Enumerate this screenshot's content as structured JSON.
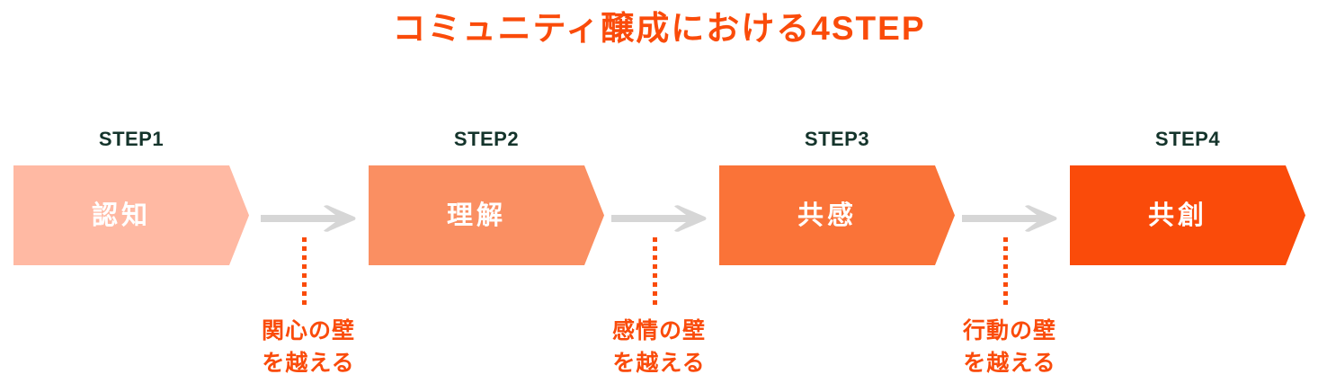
{
  "title": "コミュニティ醸成における4STEP",
  "colors": {
    "title": "#FA4B0A",
    "step_label": "#14342B",
    "arrow_gray": "#D6D6D6",
    "caption": "#FA4B0A",
    "step1_fill": "#FFB9A3",
    "step2_fill": "#FA8F62",
    "step3_fill": "#FA7338",
    "step4_fill": "#FA4B0A"
  },
  "steps": [
    {
      "label": "STEP1",
      "name": "認知",
      "fill": "#FFB9A3"
    },
    {
      "label": "STEP2",
      "name": "理解",
      "fill": "#FA8F62"
    },
    {
      "label": "STEP3",
      "name": "共感",
      "fill": "#FA7338"
    },
    {
      "label": "STEP4",
      "name": "共創",
      "fill": "#FA4B0A"
    }
  ],
  "connectors": [
    {
      "icon": "right-arrow-icon",
      "caption_line1": "関心の壁",
      "caption_line2": "を越える"
    },
    {
      "icon": "right-arrow-icon",
      "caption_line1": "感情の壁",
      "caption_line2": "を越える"
    },
    {
      "icon": "right-arrow-icon",
      "caption_line1": "行動の壁",
      "caption_line2": "を越える"
    }
  ]
}
